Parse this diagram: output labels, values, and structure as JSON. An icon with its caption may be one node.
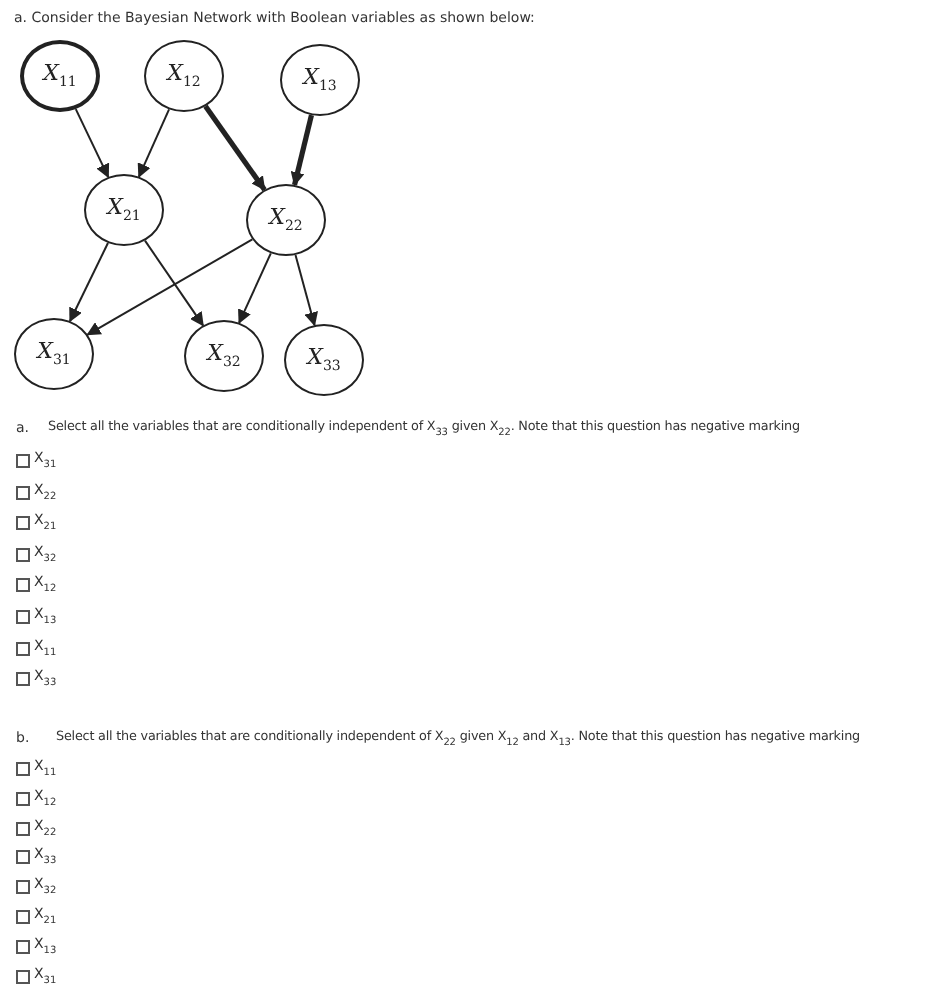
{
  "diagram": {
    "title": "a. Consider the Bayesian Network with Boolean variables as shown below:",
    "nodes": [
      {
        "text": [
          "X$_{11}$"
        ]
      },
      {
        "text": [
          "X$_{12}$"
        ]
      },
      {
        "text": [
          "X$_{13}$"
        ]
      },
      {
        "text": [
          "X$_{21}$"
        ]
      },
      {
        "text": [
          "X$_{22}$"
        ]
      },
      {
        "text": [
          "X$_{31}$"
        ]
      },
      {
        "text": [
          "X$_{32}$"
        ]
      },
      {
        "text": [
          "X$_{33}$"
        ]
      }
    ],
    "edges": [
      {
        "from": 0,
        "to": 3,
        "arrow": "to"
      },
      {
        "from": 1,
        "to": 3,
        "arrow": "to"
      },
      {
        "from": 1,
        "to": 4,
        "arrow": "to",
        "style": "thick"
      },
      {
        "from": 2,
        "to": 4,
        "arrow": "to",
        "style": "thick"
      },
      {
        "from": 3,
        "to": 5,
        "arrow": "to"
      },
      {
        "from": 3,
        "to": 6,
        "arrow": "to"
      },
      {
        "from": 4,
        "to": 5,
        "arrow": "to"
      },
      {
        "from": 4,
        "to": 6,
        "arrow": "to"
      },
      {
        "from": 4,
        "to": 7,
        "arrow": "to"
      }
    ],
    "labels": [
      "a.",
      "Select all the variables that are conditionally independent of X$_{33}$ given X$_{22}$. Note that this question has negative marking",
      "X$_{31}$",
      "X$_{22}$",
      "X$_{21}$",
      "X$_{32}$",
      "X$_{12}$",
      "X$_{13}$",
      "X$_{11}$",
      "X$_{33}$",
      "b.",
      "Select all the variables that are conditionally independent of X$_{22}$ given X$_{12}$ and X$_{13}$. Note that this question has negative marking",
      "X$_{11}$",
      "X$_{12}$",
      "X$_{22}$",
      "X$_{33}$",
      "X$_{32}$",
      "X$_{21}$",
      "X$_{13}$",
      "X$_{31}$"
    ]
  }
}
